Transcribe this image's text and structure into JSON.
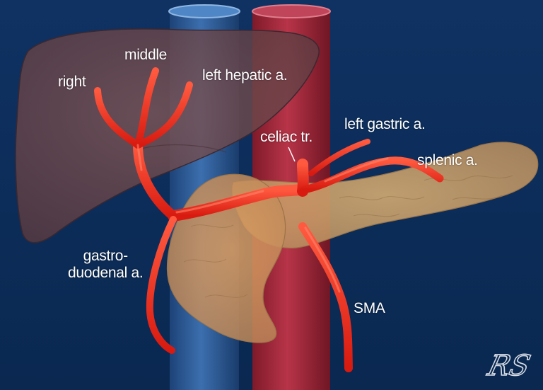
{
  "labels": {
    "right": "right",
    "middle": "middle",
    "left_hepatic": "left hepatic a.",
    "left_gastric": "left gastric a.",
    "celiac": "celiac  tr.",
    "splenic": "splenic a.",
    "gastroduodenal": "gastro-\nduodenal a.",
    "sma": "SMA"
  },
  "logo": {
    "text": "RS"
  },
  "colors": {
    "background": "#0d2e5e",
    "artery": "#e8261a",
    "liver": "#6e4a4a",
    "aorta": "#a8283a",
    "ivc": "#2f5e9a",
    "pancreas": "#c8a06a"
  }
}
